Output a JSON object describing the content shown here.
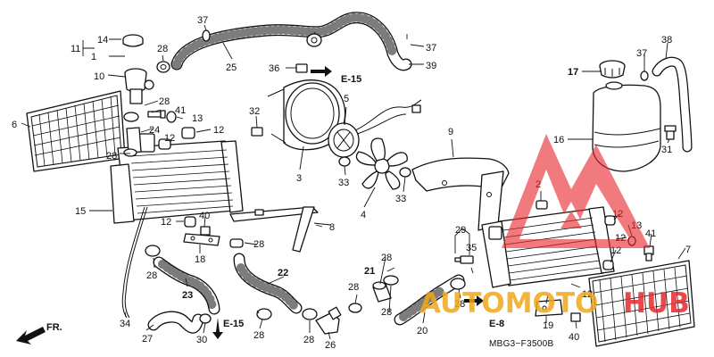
{
  "labels": {
    "l1": "1",
    "l2": "2",
    "l3": "3",
    "l4": "4",
    "l5": "5",
    "l6": "6",
    "l7": "7",
    "l8": "8",
    "l9": "9",
    "l10": "10",
    "l11": "11",
    "l12": "12",
    "l13": "13",
    "l14": "14",
    "l15": "15",
    "l16": "16",
    "l17": "17",
    "l18": "18",
    "l19": "19",
    "l20": "20",
    "l21": "21",
    "l22": "22",
    "l23": "23",
    "l24": "24",
    "l25": "25",
    "l26": "26",
    "l27": "27",
    "l28": "28",
    "l29": "29",
    "l30": "30",
    "l31": "31",
    "l32": "32",
    "l33": "33",
    "l34": "34",
    "l35": "35",
    "l36": "36",
    "l37": "37",
    "l38": "38",
    "l39": "39",
    "l40": "40",
    "l41": "41"
  },
  "refs": {
    "e15": "E-15",
    "e8": "E-8",
    "fr": "FR."
  },
  "diagram_code": "MBG3−F3500B",
  "watermark": {
    "part1": "AUTOMOTO",
    "part2": "HUB",
    "color_red": "#e8292e",
    "color_gold": "#f0a818"
  },
  "colors": {
    "line": "#111111",
    "background": "#ffffff"
  }
}
